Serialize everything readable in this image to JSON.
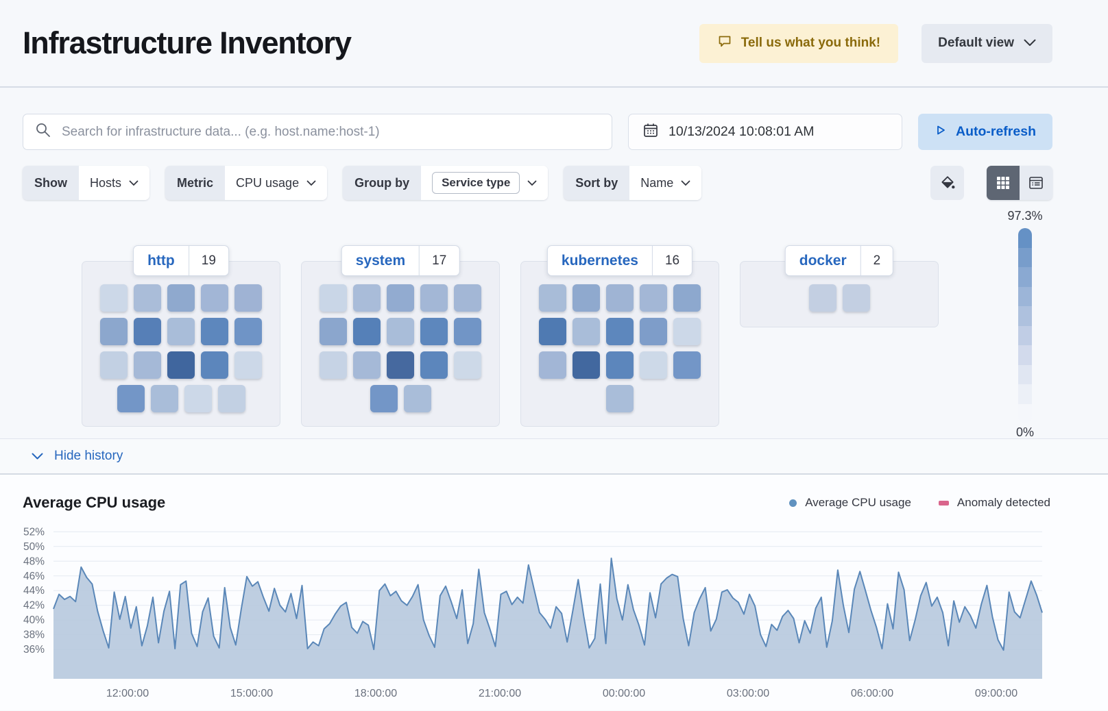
{
  "header": {
    "title": "Infrastructure Inventory",
    "feedback_label": "Tell us what you think!",
    "view_label": "Default view"
  },
  "toolbar": {
    "search_placeholder": "Search for infrastructure data... (e.g. host.name:host-1)",
    "datetime": "10/13/2024 10:08:01 AM",
    "autorefresh_label": "Auto-refresh"
  },
  "controls": {
    "show_label": "Show",
    "show_value": "Hosts",
    "metric_label": "Metric",
    "metric_value": "CPU usage",
    "groupby_label": "Group by",
    "groupby_value": "Service type",
    "sortby_label": "Sort by",
    "sortby_value": "Name"
  },
  "scale_legend": {
    "max_label": "97.3%",
    "min_label": "0%",
    "steps": [
      "#6591c5",
      "#789dcb",
      "#8aa9d2",
      "#9cb5d8",
      "#aec1de",
      "#c0cde5",
      "#d2daec",
      "#e0e6f2",
      "#ecf0f7",
      "#f5f7fb"
    ]
  },
  "groups": [
    {
      "name": "http",
      "count": "19",
      "rows": [
        [
          "#ccd8e8",
          "#aabdd9",
          "#8fa9ce",
          "#a2b6d6",
          "#9fb3d4"
        ],
        [
          "#8ca7cd",
          "#567fb7",
          "#a9bdd9",
          "#5d87bd",
          "#6f94c6"
        ],
        [
          "#c2d0e3",
          "#a5b9d7",
          "#40669e",
          "#5c86bc",
          "#ccd8e8"
        ],
        [
          "#7396c7",
          "#a9bdd9",
          "#ccd8e8",
          "#c2d0e3"
        ]
      ]
    },
    {
      "name": "system",
      "count": "17",
      "rows": [
        [
          "#c9d6e7",
          "#a9bcd9",
          "#92abd0",
          "#a3b7d6",
          "#a3b7d6"
        ],
        [
          "#8ba6cd",
          "#5580b8",
          "#a9bdd9",
          "#5d87bd",
          "#7195c6"
        ],
        [
          "#c6d3e5",
          "#a5b9d7",
          "#46699f",
          "#5c86bc",
          "#cdd9e8"
        ],
        [
          "#7396c7",
          "#a9bdd9"
        ]
      ]
    },
    {
      "name": "kubernetes",
      "count": "16",
      "rows": [
        [
          "#a8bcd8",
          "#8fa9ce",
          "#9fb4d4",
          "#a3b7d6",
          "#8da8ce"
        ],
        [
          "#4f7ab2",
          "#a9bdd9",
          "#5d87bd",
          "#7e9dc9",
          "#ccd8e8"
        ],
        [
          "#a2b6d6",
          "#42689f",
          "#5c86bc",
          "#cdd9e8",
          "#7396c7"
        ],
        [
          "#a9bdd9"
        ]
      ]
    },
    {
      "name": "docker",
      "count": "2",
      "rows": [
        [
          "#c3cfe2",
          "#c3cfe2"
        ]
      ]
    }
  ],
  "history": {
    "toggle_label": "Hide history"
  },
  "chart_data": {
    "type": "area",
    "title": "Average CPU usage",
    "legend": [
      {
        "label": "Average CPU usage",
        "shape": "dot",
        "color": "#6092c0"
      },
      {
        "label": "Anomaly detected",
        "shape": "dash",
        "color": "#d9658c"
      }
    ],
    "x_tick_labels": [
      "12:00:00",
      "15:00:00",
      "18:00:00",
      "21:00:00",
      "00:00:00",
      "03:00:00",
      "06:00:00",
      "09:00:00"
    ],
    "y_ticks": [
      "52%",
      "50%",
      "48%",
      "46%",
      "44%",
      "42%",
      "40%",
      "38%",
      "36%"
    ],
    "ylim": [
      32,
      52.5
    ],
    "grid": true,
    "legend_position": "top-right",
    "series": [
      {
        "name": "Average CPU usage",
        "color": "#5a87b8",
        "fill": "#b7c9de",
        "values": [
          41.5,
          43.5,
          42.8,
          43.2,
          42.5,
          47.2,
          45.8,
          44.9,
          41.2,
          38.5,
          36.2,
          43.8,
          40.1,
          43.2,
          38.9,
          41.8,
          36.5,
          39.2,
          43.1,
          36.9,
          41.2,
          43.9,
          36.1,
          44.8,
          45.3,
          38.2,
          36.4,
          41.1,
          43.0,
          37.8,
          36.2,
          44.4,
          39.0,
          36.6,
          41.5,
          45.9,
          44.6,
          45.2,
          43.1,
          41.2,
          44.3,
          42.0,
          41.1,
          43.6,
          40.2,
          44.7,
          36.1,
          37.0,
          36.5,
          38.8,
          39.5,
          40.8,
          41.9,
          42.4,
          39.0,
          38.2,
          39.8,
          39.3,
          36.0,
          44.0,
          44.9,
          43.3,
          43.9,
          42.6,
          42.0,
          43.2,
          44.8,
          40.0,
          37.9,
          36.3,
          43.3,
          44.6,
          42.5,
          40.2,
          44.1,
          36.8,
          39.5,
          46.9,
          41.0,
          38.8,
          36.4,
          43.5,
          43.9,
          42.1,
          43.1,
          42.3,
          47.5,
          44.2,
          41.0,
          40.1,
          38.9,
          41.8,
          40.9,
          37.0,
          41.2,
          45.5,
          40.5,
          36.2,
          37.5,
          44.9,
          36.8,
          48.4,
          42.9,
          40.0,
          44.8,
          41.4,
          39.3,
          36.6,
          43.7,
          40.3,
          44.9,
          45.7,
          46.2,
          45.9,
          40.2,
          36.5,
          41.0,
          42.9,
          44.4,
          38.5,
          40.1,
          43.8,
          44.1,
          43.0,
          42.4,
          40.8,
          43.5,
          41.9,
          38.0,
          36.4,
          39.4,
          38.6,
          40.5,
          41.3,
          40.2,
          36.9,
          39.9,
          38.2,
          41.6,
          43.1,
          36.3,
          39.9,
          46.8,
          42.0,
          38.3,
          44.2,
          46.6,
          44.0,
          41.3,
          39.0,
          36.1,
          42.2,
          38.8,
          46.5,
          44.1,
          37.2,
          40.0,
          43.3,
          45.1,
          41.9,
          43.1,
          41.0,
          36.5,
          42.6,
          39.7,
          41.8,
          40.6,
          38.9,
          42.2,
          44.7,
          40.4,
          37.3,
          35.9,
          43.8,
          41.1,
          40.3,
          42.8,
          45.3,
          43.4,
          41.0
        ]
      }
    ]
  }
}
